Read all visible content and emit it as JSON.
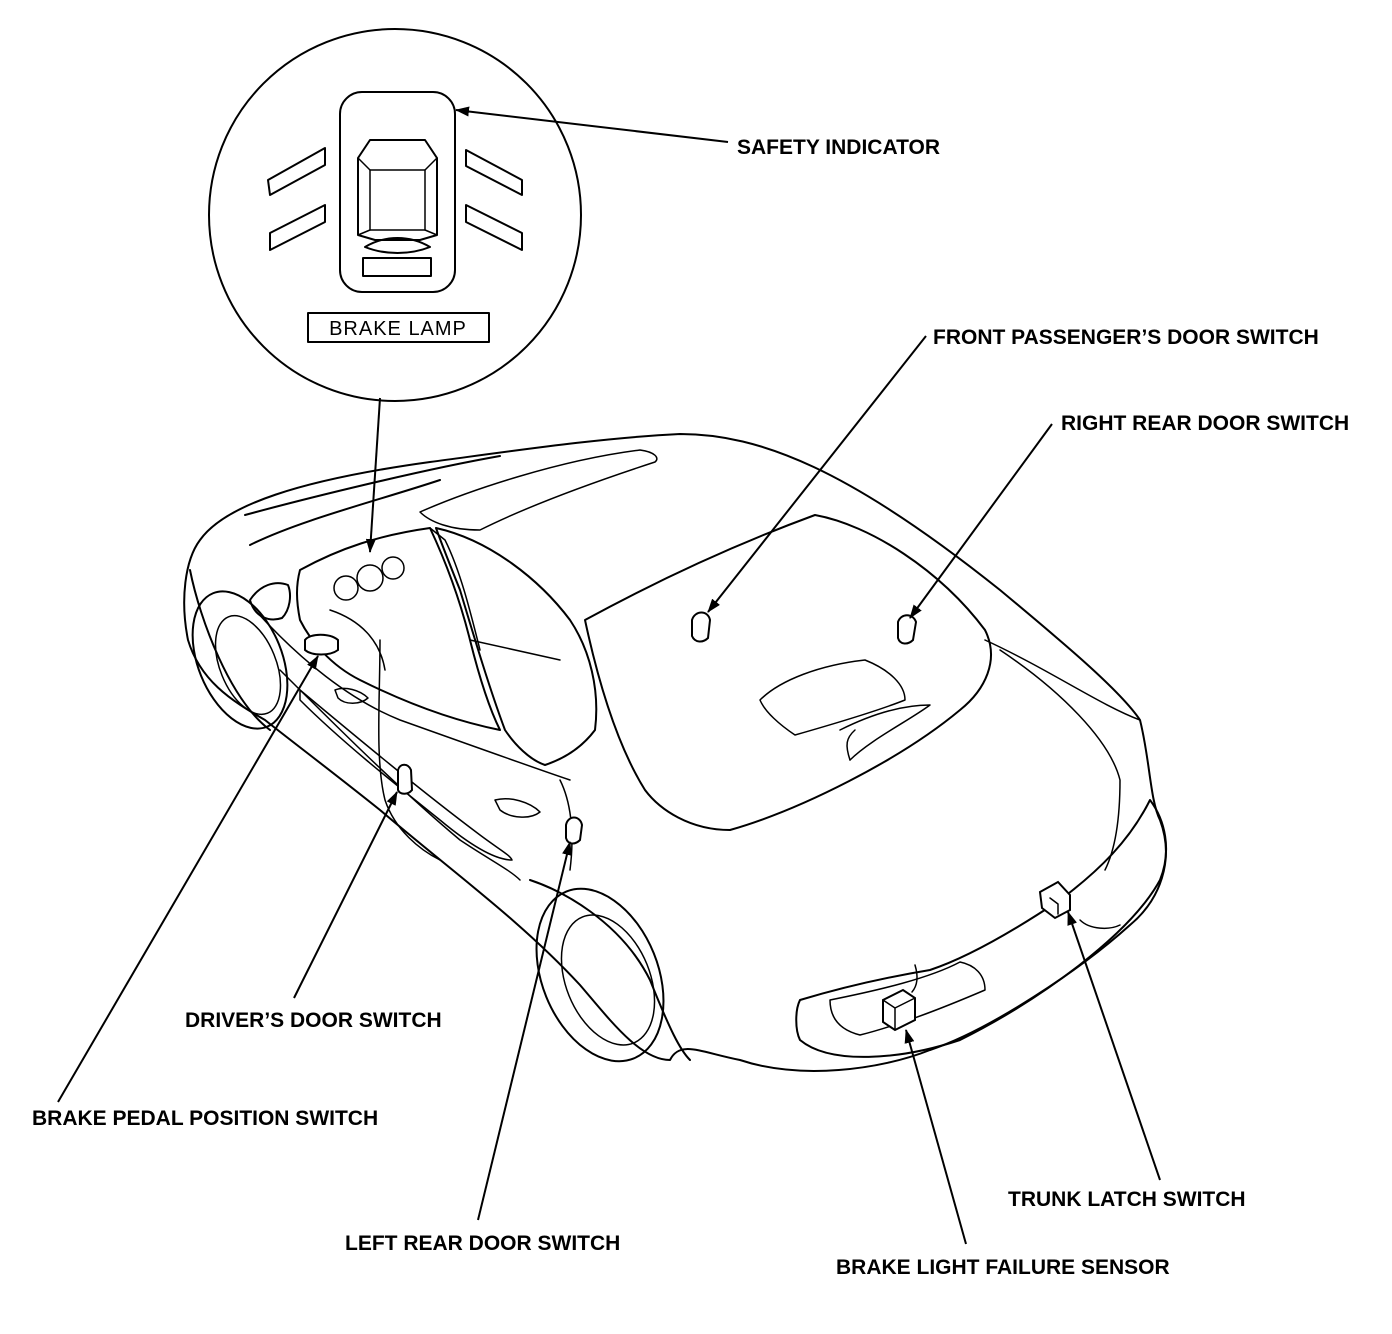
{
  "indicator": {
    "lamp_text": "BRAKE LAMP"
  },
  "labels": {
    "safety_indicator": "SAFETY INDICATOR",
    "front_passenger_door_switch": "FRONT PASSENGER’S DOOR SWITCH",
    "right_rear_door_switch": "RIGHT REAR DOOR SWITCH",
    "drivers_door_switch": "DRIVER’S DOOR SWITCH",
    "brake_pedal_position_switch": "BRAKE PEDAL POSITION SWITCH",
    "left_rear_door_switch": "LEFT REAR DOOR SWITCH",
    "trunk_latch_switch": "TRUNK LATCH SWITCH",
    "brake_light_failure_sensor": "BRAKE LIGHT FAILURE SENSOR"
  }
}
